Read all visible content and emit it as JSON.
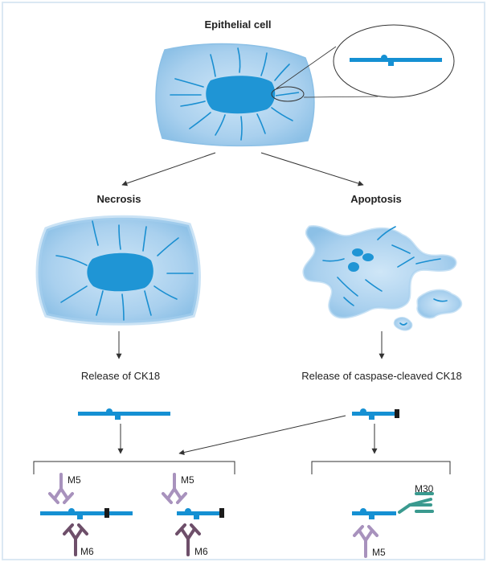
{
  "labels": {
    "title": "Epithelial cell",
    "necrosis": "Necrosis",
    "apoptosis": "Apoptosis",
    "release_ck18": "Release of CK18",
    "release_cleaved": "Release of caspase-cleaved CK18",
    "m5": "M5",
    "m6": "M6",
    "m30": "M30"
  },
  "colors": {
    "background": "#ffffff",
    "panel": "#ffffff",
    "panel_border": "#dbe8f3",
    "cell_fill": "#a9d0ee",
    "cell_edge": "#7fb6e0",
    "nucleus": "#1f95d5",
    "filament": "#1a8fd1",
    "ck18": "#1590d3",
    "cleavage_cap": "#1b1b1b",
    "antibody_m5": "#a892bd",
    "antibody_m6": "#6e4f6a",
    "antibody_m30": "#3a9a8f",
    "arrow": "#333333",
    "text": "#222222"
  }
}
